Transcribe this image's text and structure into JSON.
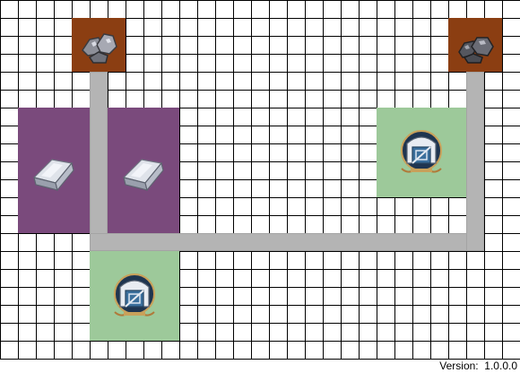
{
  "board": {
    "colors": {
      "grid_line": "#000000",
      "path": "#b4b4b4",
      "mine": "#8b3e12",
      "smelter": "#7a4a7c",
      "storage": "#9dc99a"
    }
  },
  "buildings": [
    {
      "type": "mine",
      "icon": "ore-rocks-icon"
    },
    {
      "type": "mine",
      "icon": "ore-rocks-icon"
    },
    {
      "type": "smelter",
      "icon": "metal-ingot-icon"
    },
    {
      "type": "smelter",
      "icon": "metal-ingot-icon"
    },
    {
      "type": "storage",
      "icon": "warehouse-icon"
    },
    {
      "type": "storage",
      "icon": "warehouse-icon"
    }
  ],
  "footer": {
    "version_label": "Version:",
    "version_value": "1.0.0.0"
  }
}
